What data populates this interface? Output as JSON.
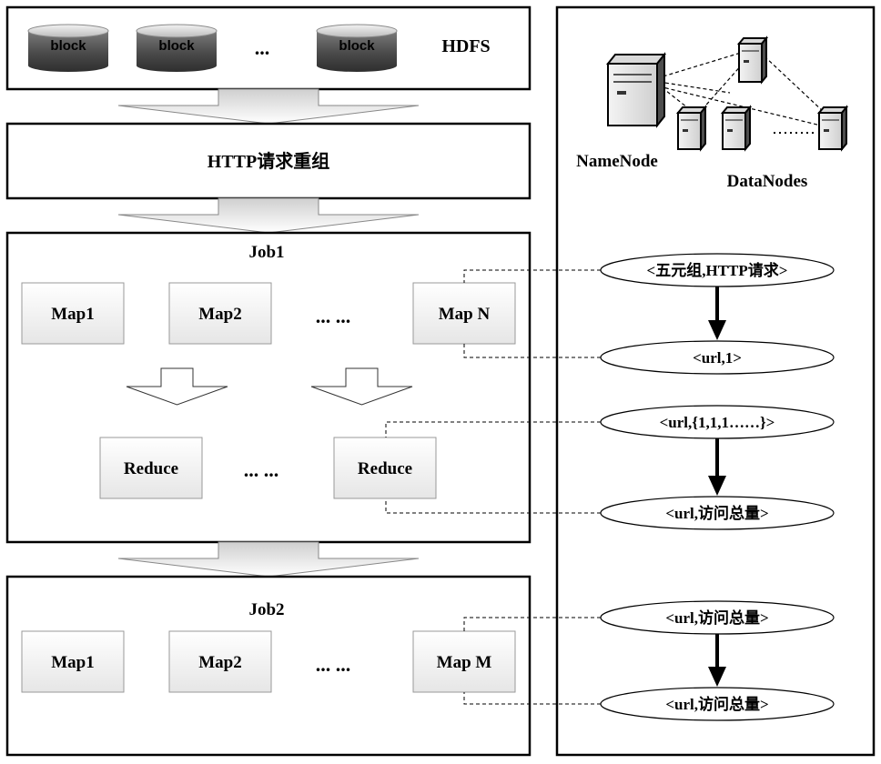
{
  "hdfs": {
    "title": "HDFS",
    "blocks": [
      "block",
      "block",
      "block"
    ],
    "ellipsis": "..."
  },
  "stage_regroup": {
    "title": "HTTP请求重组"
  },
  "job1": {
    "title": "Job1",
    "maps": [
      "Map1",
      "Map2",
      "Map N"
    ],
    "map_ellipsis": "... ...",
    "reduces": [
      "Reduce",
      "Reduce"
    ],
    "reduce_ellipsis": "... ..."
  },
  "job2": {
    "title": "Job2",
    "maps": [
      "Map1",
      "Map2",
      "Map M"
    ],
    "map_ellipsis": "... ..."
  },
  "cluster": {
    "namenode_label": "NameNode",
    "datanodes_label": "DataNodes"
  },
  "kv_flow": [
    "<五元组,HTTP请求>",
    "<url,1>",
    "<url,{1,1,1……}>",
    "<url,访问总量>",
    "<url,访问总量>",
    "<url,访问总量>"
  ]
}
